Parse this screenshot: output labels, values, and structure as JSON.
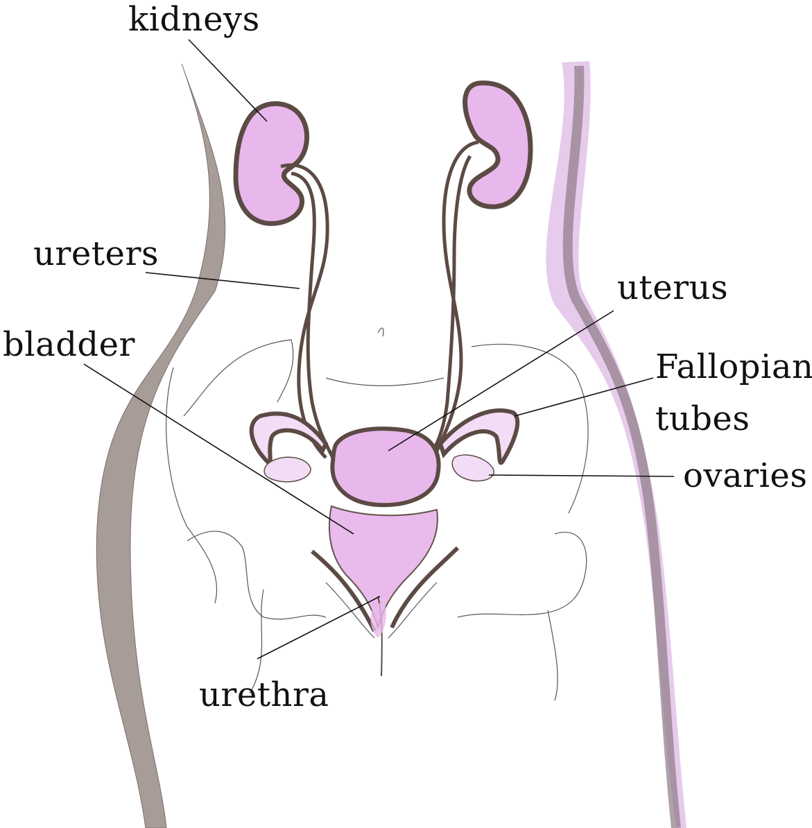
{
  "labels": {
    "kidneys": "kidneys",
    "ureters": "ureters",
    "bladder": "bladder",
    "uterus": "uterus",
    "fallopian_line1": "Fallopian",
    "fallopian_line2": "tubes",
    "ovaries": "ovaries",
    "urethra": "urethra"
  },
  "colors": {
    "organ_fill": "#e8b8ec",
    "organ_fill_light": "#f3dcf5",
    "organ_outline": "#5c4a44",
    "body_shadow": "#a89c98",
    "body_tint": "#ddb9e6",
    "skeleton_line": "#555555",
    "leader_line": "#111111"
  }
}
